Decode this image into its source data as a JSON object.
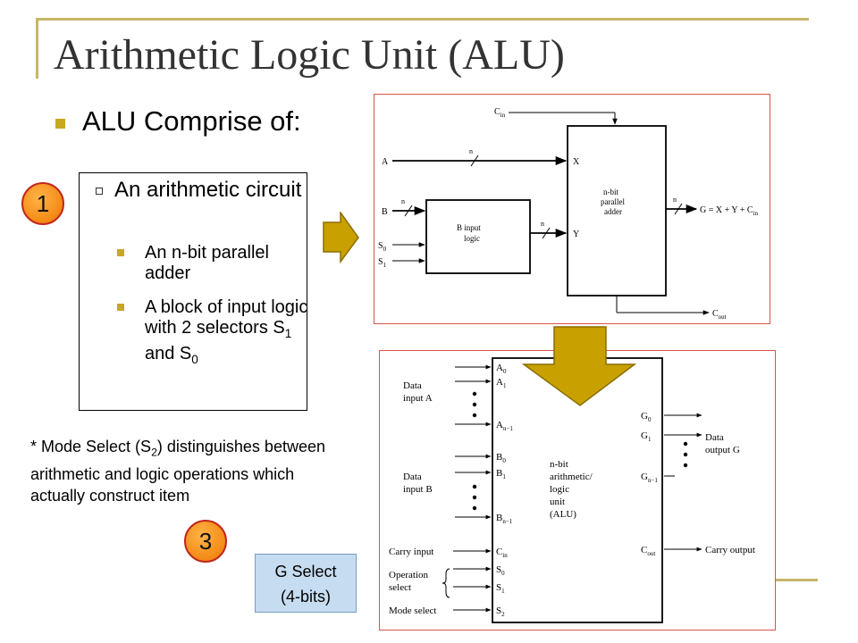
{
  "title": "Arithmetic Logic Unit (ALU)",
  "bullets": {
    "level1": "ALU Comprise of:",
    "level2": "An arithmetic circuit",
    "level3": [
      "An n-bit parallel adder",
      "A block of input logic with 2 selectors S",
      "and S"
    ],
    "sub_s1": "1",
    "sub_s0": "0"
  },
  "badges": {
    "one": "1",
    "three": "3"
  },
  "note": {
    "pre": "* Mode Select (S",
    "sub": "2",
    "post": ") distinguishes between arithmetic and logic operations which actually construct item"
  },
  "g_select": {
    "line1": "G Select",
    "line2": "(4-bits)"
  },
  "top_diagram": {
    "cin": "C",
    "cin_sub": "in",
    "a": "A",
    "b": "B",
    "s0": "S",
    "s0_sub": "0",
    "s1": "S",
    "s1_sub": "1",
    "n": "n",
    "x": "X",
    "y": "Y",
    "b_logic": [
      "B input",
      "logic"
    ],
    "adder": [
      "n-bit",
      "parallel",
      "adder"
    ],
    "output": "G = X + Y + C",
    "output_sub": "in",
    "cout": "C",
    "cout_sub": "out"
  },
  "bottom_diagram": {
    "data_a": [
      "Data",
      "input A"
    ],
    "data_b": [
      "Data",
      "input B"
    ],
    "carry_in": "Carry input",
    "op_select": [
      "Operation",
      "select"
    ],
    "mode_select": "Mode select",
    "pins_left": [
      {
        "l": "A",
        "s": "0"
      },
      {
        "l": "A",
        "s": "1"
      },
      {
        "l": "A",
        "s": "n−1"
      },
      {
        "l": "B",
        "s": "0"
      },
      {
        "l": "B",
        "s": "1"
      },
      {
        "l": "B",
        "s": "n−1"
      },
      {
        "l": "C",
        "s": "in"
      },
      {
        "l": "S",
        "s": "0"
      },
      {
        "l": "S",
        "s": "1"
      },
      {
        "l": "S",
        "s": "2"
      }
    ],
    "pins_right": [
      {
        "l": "G",
        "s": "0"
      },
      {
        "l": "G",
        "s": "1"
      },
      {
        "l": "G",
        "s": "n−1"
      },
      {
        "l": "C",
        "s": "out"
      }
    ],
    "center": [
      "n-bit",
      "arithmetic/",
      "logic",
      "unit",
      "(ALU)"
    ],
    "data_out": [
      "Data",
      "output G"
    ],
    "carry_out": "Carry output"
  },
  "colors": {
    "accent": "#c8a820",
    "arrow_fill": "#c8a000",
    "badge": "#f07800",
    "figure_border": "#d9534f",
    "g_select_bg": "#c6dcf0"
  }
}
